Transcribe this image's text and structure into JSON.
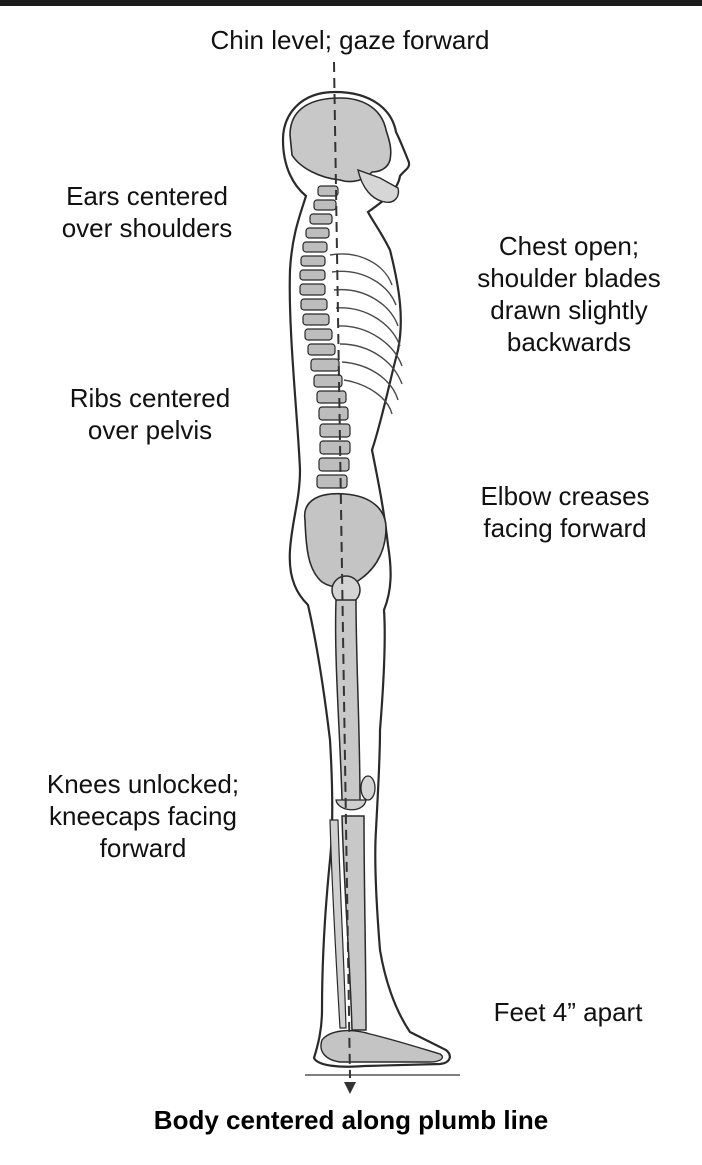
{
  "labels": {
    "chin": "Chin level; gaze forward",
    "ears": "Ears centered\nover shoulders",
    "chest": "Chest open;\nshoulder blades\ndrawn slightly\nbackwards",
    "ribs": "Ribs centered\nover pelvis",
    "elbow": "Elbow creases\nfacing forward",
    "knees": "Knees unlocked;\nkneecaps facing\nforward",
    "feet": "Feet 4” apart"
  },
  "caption": "Body centered along plumb line",
  "colors": {
    "bone": "#c8c8c8",
    "outline": "#2a2a2a",
    "plumb_line": "#333333",
    "top_bar": "#1b1b1b"
  }
}
